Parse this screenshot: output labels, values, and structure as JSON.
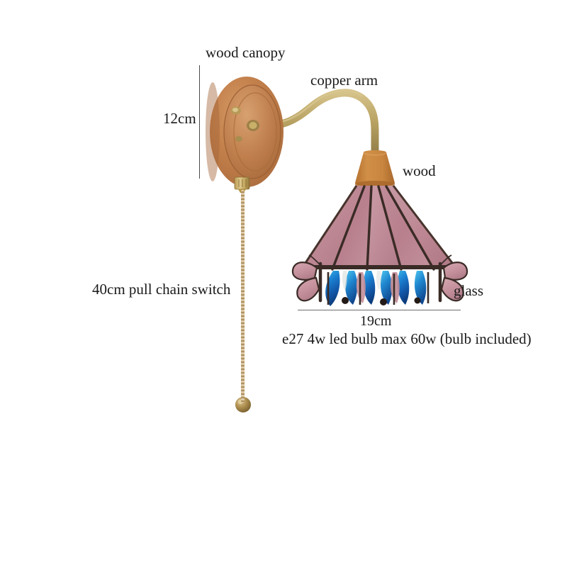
{
  "product": {
    "type": "wall-lamp-spec-diagram",
    "background_color": "#ffffff"
  },
  "labels": {
    "wood_canopy": "wood canopy",
    "copper_arm": "copper arm",
    "wood": "wood",
    "glass": "glass",
    "pull_chain_switch": "40cm pull chain switch",
    "bulb_spec": "e27 4w led bulb max 60w (bulb included)"
  },
  "dimensions": {
    "height": "12cm",
    "width": "19cm"
  },
  "colors": {
    "wood_canopy": "#c07f4e",
    "wood_cap": "#c8853f",
    "copper_arm": "#b9a463",
    "glass_pink": "#c08a96",
    "glass_blue": "#1a74c4",
    "butterfly_pink": "#c9919b",
    "leading": "#3a2b26",
    "chain_brass": "#c9ab77",
    "dimension_line": "#4a4a4a",
    "text": "#1a1a1a"
  }
}
